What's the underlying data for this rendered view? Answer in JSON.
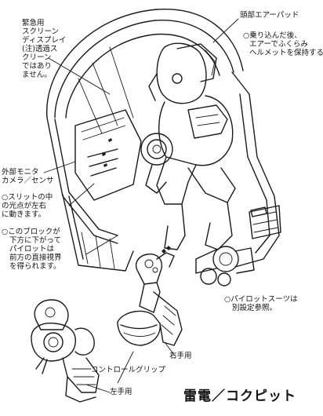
{
  "title": {
    "name": "雷電",
    "separator": "／",
    "subject": "コクピット"
  },
  "annotations": {
    "screen_note": [
      "緊急用",
      "スクリーン",
      "ディスプレイ",
      "(注)透過ス",
      "クリーン",
      "ではあり",
      "ません。"
    ],
    "head_pad": "頭部エアーパッド",
    "head_pad_note": [
      "○乗り込んだ後、",
      "エアーでふくらみ",
      "ヘルメットを保持する。"
    ],
    "external_monitor": [
      "外部モニタ",
      "カメラ／センサ"
    ],
    "slit_note": [
      "○スリットの中",
      "の光点が左右",
      "に動きます。"
    ],
    "block_note": [
      "○このブロックが",
      "下方に下がって",
      "パイロットは",
      "前方の直接視界",
      "を得られます。"
    ],
    "pilot_suit_note": [
      "○パイロットスーツは",
      "別設定参照。"
    ],
    "control_grip": "コントロールグリップ",
    "right_hand": "右手用",
    "left_hand": "左手用"
  }
}
